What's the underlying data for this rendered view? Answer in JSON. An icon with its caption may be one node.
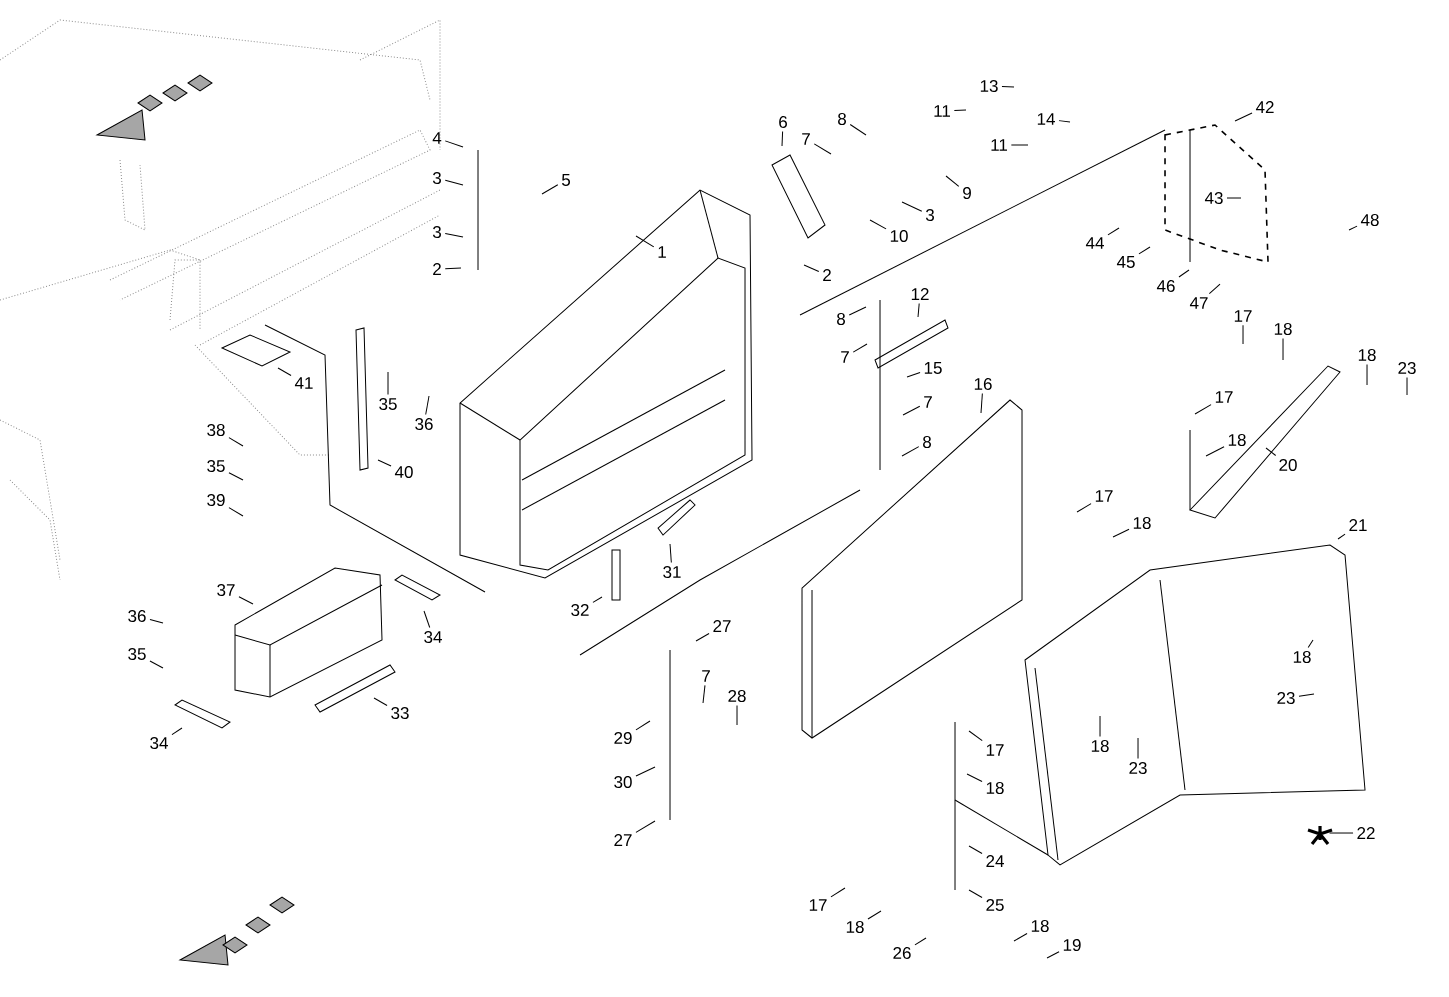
{
  "diagram": {
    "nodes": [
      {
        "text": [
          "4"
        ]
      },
      {
        "text": [
          "3"
        ]
      },
      {
        "text": [
          "3"
        ]
      },
      {
        "text": [
          "2"
        ]
      },
      {
        "text": [
          "5"
        ]
      },
      {
        "text": [
          "1"
        ]
      },
      {
        "text": [
          "6"
        ]
      },
      {
        "text": [
          "7"
        ]
      },
      {
        "text": [
          "8"
        ]
      },
      {
        "text": [
          "9"
        ]
      },
      {
        "text": [
          "3"
        ]
      },
      {
        "text": [
          "10"
        ]
      },
      {
        "text": [
          "2"
        ]
      },
      {
        "text": [
          "13"
        ]
      },
      {
        "text": [
          "11"
        ]
      },
      {
        "text": [
          "14"
        ]
      },
      {
        "text": [
          "11"
        ]
      },
      {
        "text": [
          "42"
        ]
      },
      {
        "text": [
          "43"
        ]
      },
      {
        "text": [
          "48"
        ]
      },
      {
        "text": [
          "44"
        ]
      },
      {
        "text": [
          "45"
        ]
      },
      {
        "text": [
          "46"
        ]
      },
      {
        "text": [
          "47"
        ]
      },
      {
        "text": [
          "12"
        ]
      },
      {
        "text": [
          "8"
        ]
      },
      {
        "text": [
          "7"
        ]
      },
      {
        "text": [
          "15"
        ]
      },
      {
        "text": [
          "7"
        ]
      },
      {
        "text": [
          "8"
        ]
      },
      {
        "text": [
          "16"
        ]
      },
      {
        "text": [
          "17"
        ]
      },
      {
        "text": [
          "18"
        ]
      },
      {
        "text": [
          "18"
        ]
      },
      {
        "text": [
          "23"
        ]
      },
      {
        "text": [
          "17"
        ]
      },
      {
        "text": [
          "18"
        ]
      },
      {
        "text": [
          "20"
        ]
      },
      {
        "text": [
          "17"
        ]
      },
      {
        "text": [
          "18"
        ]
      },
      {
        "text": [
          "21"
        ]
      },
      {
        "text": [
          "22"
        ]
      },
      {
        "text": [],
        "shape": "star"
      },
      {
        "text": [
          "18"
        ]
      },
      {
        "text": [
          "23"
        ]
      },
      {
        "text": [
          "18"
        ]
      },
      {
        "text": [
          "23"
        ]
      },
      {
        "text": [
          "17"
        ]
      },
      {
        "text": [
          "18"
        ]
      },
      {
        "text": [
          "24"
        ]
      },
      {
        "text": [
          "25"
        ]
      },
      {
        "text": [
          "26"
        ]
      },
      {
        "text": [
          "18"
        ]
      },
      {
        "text": [
          "19"
        ]
      },
      {
        "text": [
          "17"
        ]
      },
      {
        "text": [
          "18"
        ]
      },
      {
        "text": [
          "27"
        ]
      },
      {
        "text": [
          "7"
        ]
      },
      {
        "text": [
          "28"
        ]
      },
      {
        "text": [
          "29"
        ]
      },
      {
        "text": [
          "30"
        ]
      },
      {
        "text": [
          "27"
        ]
      },
      {
        "text": [
          "31"
        ]
      },
      {
        "text": [
          "32"
        ]
      },
      {
        "text": [
          "33"
        ]
      },
      {
        "text": [
          "34"
        ]
      },
      {
        "text": [
          "34"
        ]
      },
      {
        "text": [
          "37"
        ]
      },
      {
        "text": [
          "36"
        ]
      },
      {
        "text": [
          "35"
        ]
      },
      {
        "text": [
          "41"
        ]
      },
      {
        "text": [
          "40"
        ]
      },
      {
        "text": [
          "35"
        ]
      },
      {
        "text": [
          "36"
        ]
      },
      {
        "text": [
          "38"
        ]
      },
      {
        "text": [
          "35"
        ]
      },
      {
        "text": [
          "39"
        ]
      }
    ],
    "edges": [
      {
        "from": 0,
        "to": null,
        "arrow": "none"
      },
      {
        "from": 1,
        "to": null,
        "arrow": "none"
      },
      {
        "from": 2,
        "to": null,
        "arrow": "none"
      },
      {
        "from": 3,
        "to": null,
        "arrow": "none"
      },
      {
        "from": 4,
        "to": null,
        "arrow": "none"
      },
      {
        "from": 5,
        "to": null,
        "arrow": "none"
      },
      {
        "from": 6,
        "to": null,
        "arrow": "none"
      },
      {
        "from": 7,
        "to": null,
        "arrow": "none"
      },
      {
        "from": 8,
        "to": null,
        "arrow": "none"
      },
      {
        "from": 9,
        "to": null,
        "arrow": "none"
      },
      {
        "from": 10,
        "to": null,
        "arrow": "none"
      },
      {
        "from": 11,
        "to": null,
        "arrow": "none"
      },
      {
        "from": 12,
        "to": null,
        "arrow": "none"
      },
      {
        "from": 13,
        "to": null,
        "arrow": "none"
      },
      {
        "from": 14,
        "to": null,
        "arrow": "none"
      },
      {
        "from": 15,
        "to": null,
        "arrow": "none"
      },
      {
        "from": 16,
        "to": null,
        "arrow": "none"
      },
      {
        "from": 17,
        "to": null,
        "arrow": "none"
      },
      {
        "from": 18,
        "to": null,
        "arrow": "none"
      },
      {
        "from": 19,
        "to": null,
        "arrow": "none"
      },
      {
        "from": 20,
        "to": null,
        "arrow": "none"
      },
      {
        "from": 21,
        "to": null,
        "arrow": "none"
      },
      {
        "from": 22,
        "to": null,
        "arrow": "none"
      },
      {
        "from": 23,
        "to": null,
        "arrow": "none"
      },
      {
        "from": 24,
        "to": null,
        "arrow": "none"
      },
      {
        "from": 25,
        "to": null,
        "arrow": "none"
      },
      {
        "from": 26,
        "to": null,
        "arrow": "none"
      },
      {
        "from": 27,
        "to": null,
        "arrow": "none"
      },
      {
        "from": 28,
        "to": null,
        "arrow": "none"
      },
      {
        "from": 29,
        "to": null,
        "arrow": "none"
      },
      {
        "from": 30,
        "to": null,
        "arrow": "none"
      },
      {
        "from": 31,
        "to": null,
        "arrow": "none"
      },
      {
        "from": 32,
        "to": null,
        "arrow": "none"
      },
      {
        "from": 33,
        "to": null,
        "arrow": "none"
      },
      {
        "from": 34,
        "to": null,
        "arrow": "none"
      },
      {
        "from": 35,
        "to": null,
        "arrow": "none"
      },
      {
        "from": 36,
        "to": null,
        "arrow": "none"
      },
      {
        "from": 37,
        "to": null,
        "arrow": "none"
      },
      {
        "from": 38,
        "to": null,
        "arrow": "none"
      },
      {
        "from": 39,
        "to": null,
        "arrow": "none"
      },
      {
        "from": 40,
        "to": null,
        "arrow": "none"
      },
      {
        "from": 41,
        "to": 42,
        "arrow": "none"
      },
      {
        "from": 43,
        "to": null,
        "arrow": "none"
      },
      {
        "from": 44,
        "to": null,
        "arrow": "none"
      },
      {
        "from": 45,
        "to": null,
        "arrow": "none"
      },
      {
        "from": 46,
        "to": null,
        "arrow": "none"
      },
      {
        "from": 47,
        "to": null,
        "arrow": "none"
      },
      {
        "from": 48,
        "to": null,
        "arrow": "none"
      },
      {
        "from": 49,
        "to": null,
        "arrow": "none"
      },
      {
        "from": 50,
        "to": null,
        "arrow": "none"
      },
      {
        "from": 51,
        "to": null,
        "arrow": "none"
      },
      {
        "from": 52,
        "to": null,
        "arrow": "none"
      },
      {
        "from": 53,
        "to": null,
        "arrow": "none"
      },
      {
        "from": 54,
        "to": null,
        "arrow": "none"
      },
      {
        "from": 55,
        "to": null,
        "arrow": "none"
      },
      {
        "from": 56,
        "to": null,
        "arrow": "none"
      },
      {
        "from": 57,
        "to": null,
        "arrow": "none"
      },
      {
        "from": 58,
        "to": null,
        "arrow": "none"
      },
      {
        "from": 59,
        "to": null,
        "arrow": "none"
      },
      {
        "from": 60,
        "to": null,
        "arrow": "none"
      },
      {
        "from": 61,
        "to": null,
        "arrow": "none"
      },
      {
        "from": 62,
        "to": null,
        "arrow": "none"
      },
      {
        "from": 63,
        "to": null,
        "arrow": "none"
      },
      {
        "from": 64,
        "to": null,
        "arrow": "none"
      },
      {
        "from": 65,
        "to": null,
        "arrow": "none"
      },
      {
        "from": 66,
        "to": null,
        "arrow": "none"
      },
      {
        "from": 67,
        "to": null,
        "arrow": "none"
      },
      {
        "from": 68,
        "to": null,
        "arrow": "none"
      },
      {
        "from": 69,
        "to": null,
        "arrow": "none"
      },
      {
        "from": 70,
        "to": null,
        "arrow": "none"
      },
      {
        "from": 71,
        "to": null,
        "arrow": "none"
      },
      {
        "from": 72,
        "to": null,
        "arrow": "none"
      },
      {
        "from": 73,
        "to": null,
        "arrow": "none"
      },
      {
        "from": 74,
        "to": null,
        "arrow": "none"
      },
      {
        "from": 75,
        "to": null,
        "arrow": "none"
      },
      {
        "from": 76,
        "to": null,
        "arrow": "none"
      }
    ]
  }
}
